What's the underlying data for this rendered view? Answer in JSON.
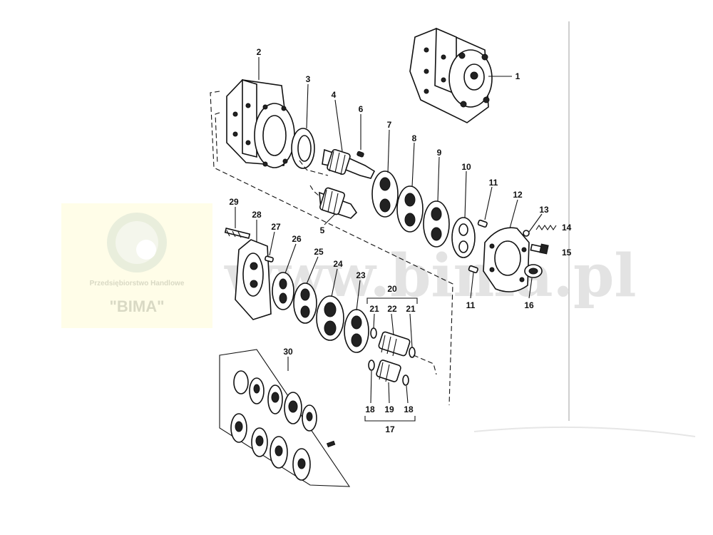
{
  "watermark": {
    "company_line": "Przedsiębiorstwo Handlowe",
    "company_name": "\"BIMA\"",
    "site_text": "www.bima.pl"
  },
  "callouts": [
    {
      "id": "c1",
      "text": "1"
    },
    {
      "id": "c2",
      "text": "2"
    },
    {
      "id": "c3",
      "text": "3"
    },
    {
      "id": "c4",
      "text": "4"
    },
    {
      "id": "c5",
      "text": "5"
    },
    {
      "id": "c6",
      "text": "6"
    },
    {
      "id": "c7",
      "text": "7"
    },
    {
      "id": "c8",
      "text": "8"
    },
    {
      "id": "c9",
      "text": "9"
    },
    {
      "id": "c10",
      "text": "10"
    },
    {
      "id": "c11a",
      "text": "11"
    },
    {
      "id": "c11b",
      "text": "11"
    },
    {
      "id": "c12",
      "text": "12"
    },
    {
      "id": "c13",
      "text": "13"
    },
    {
      "id": "c14",
      "text": "14"
    },
    {
      "id": "c15",
      "text": "15"
    },
    {
      "id": "c16",
      "text": "16"
    },
    {
      "id": "c17",
      "text": "17"
    },
    {
      "id": "c18a",
      "text": "18"
    },
    {
      "id": "c18b",
      "text": "18"
    },
    {
      "id": "c19",
      "text": "19"
    },
    {
      "id": "c20",
      "text": "20"
    },
    {
      "id": "c21a",
      "text": "21"
    },
    {
      "id": "c21b",
      "text": "21"
    },
    {
      "id": "c22",
      "text": "22"
    },
    {
      "id": "c23",
      "text": "23"
    },
    {
      "id": "c24",
      "text": "24"
    },
    {
      "id": "c25",
      "text": "25"
    },
    {
      "id": "c26",
      "text": "26"
    },
    {
      "id": "c27",
      "text": "27"
    },
    {
      "id": "c28",
      "text": "28"
    },
    {
      "id": "c29",
      "text": "29"
    },
    {
      "id": "c30",
      "text": "30"
    }
  ]
}
